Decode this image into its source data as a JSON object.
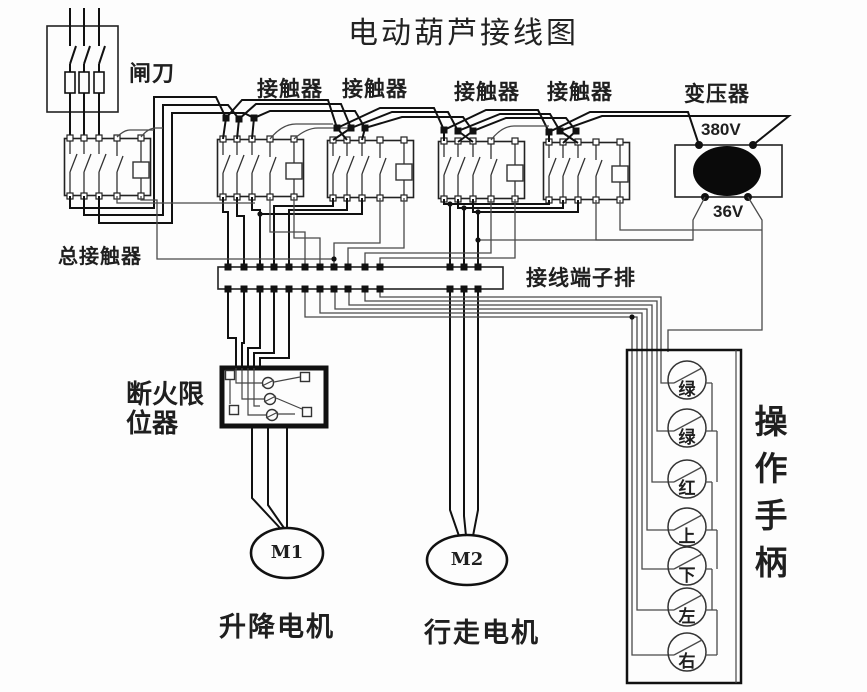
{
  "title": "电动葫芦接线图",
  "colors": {
    "line": "#1a1a1a",
    "thin_line": "#4a4a4a",
    "background": "#fdfdfd",
    "transformer_core": "#0a0a0a"
  },
  "components": {
    "knife_switch": {
      "label": "闸刀"
    },
    "main_contactor": {
      "label": "总接触器"
    },
    "contactor_labels": [
      "接触器",
      "接触器",
      "接触器",
      "接触器"
    ],
    "transformer": {
      "label": "变压器",
      "primary_voltage": "380V",
      "secondary_voltage": "36V"
    },
    "terminal_strip": {
      "label": "接线端子排"
    },
    "fire_limit_switch": {
      "label": "断火限位器"
    },
    "hoist_motor": {
      "id": "M1",
      "label": "升降电机"
    },
    "travel_motor": {
      "id": "M2",
      "label": "行走电机"
    },
    "handle": {
      "label": "操作手柄",
      "buttons": [
        "绿",
        "绿",
        "红",
        "上",
        "下",
        "左",
        "右"
      ]
    }
  }
}
